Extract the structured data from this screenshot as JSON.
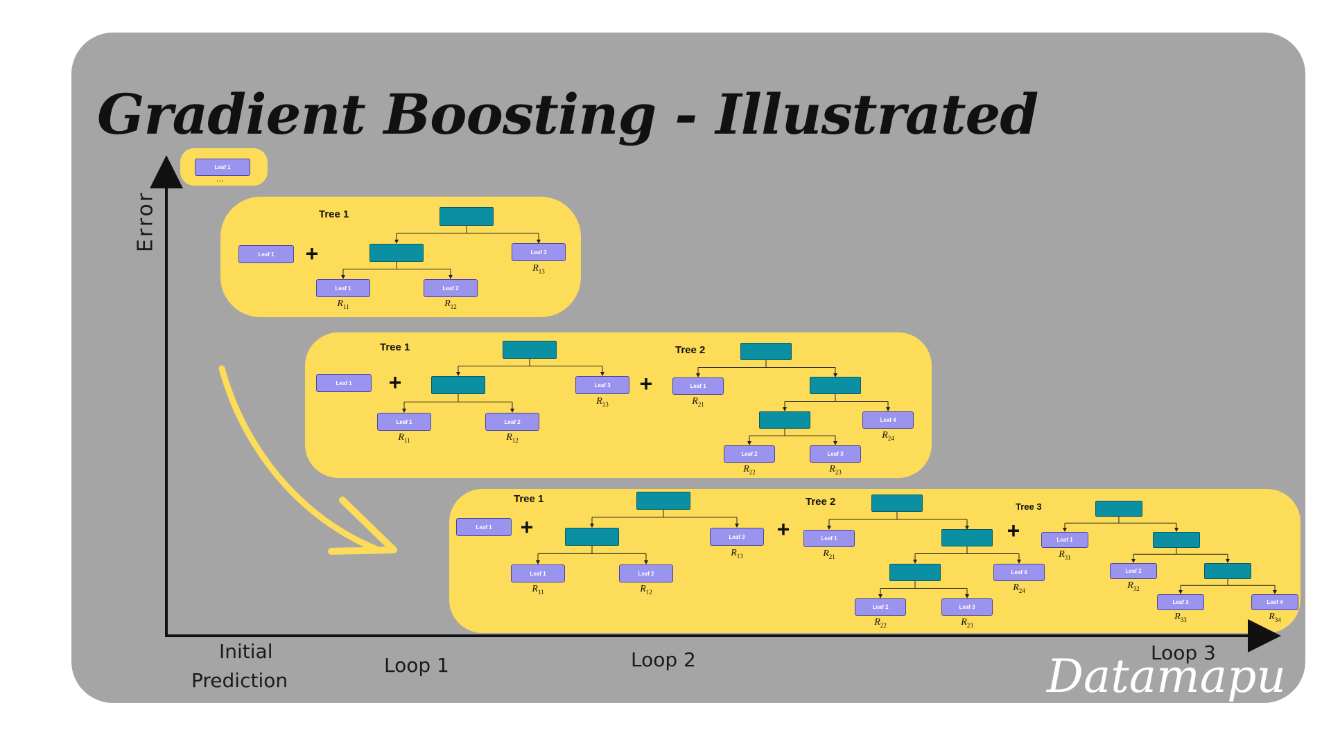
{
  "title": "Gradient Boosting - Illustrated",
  "axes": {
    "y_label": "Error",
    "x_labels": {
      "initial_line1": "Initial",
      "initial_line2": "Prediction",
      "loop1": "Loop 1",
      "loop2": "Loop 2",
      "loop3": "Loop 3"
    }
  },
  "watermark": "Datamapu",
  "leaf_labels": {
    "leaf1": "Leaf 1",
    "leaf2": "Leaf 2",
    "leaf3": "Leaf 3",
    "leaf4": "Leaf 4"
  },
  "initial_ellipsis": "...",
  "tree_labels": {
    "tree1": "Tree 1",
    "tree2": "Tree 2",
    "tree3": "Tree 3"
  },
  "plus_sign": "+",
  "residual_symbol": "R",
  "residuals": {
    "r11": "11",
    "r12": "12",
    "r13": "13",
    "r21": "21",
    "r22": "22",
    "r23": "23",
    "r24": "24",
    "r31": "31",
    "r32": "32",
    "r33": "33",
    "r34": "34"
  },
  "colors": {
    "background": "#a5a5a5",
    "panel": "#fcdc58",
    "leaf": "#9b94ef",
    "split_node": "#0b90a3",
    "arrow": "#fcdc58"
  }
}
